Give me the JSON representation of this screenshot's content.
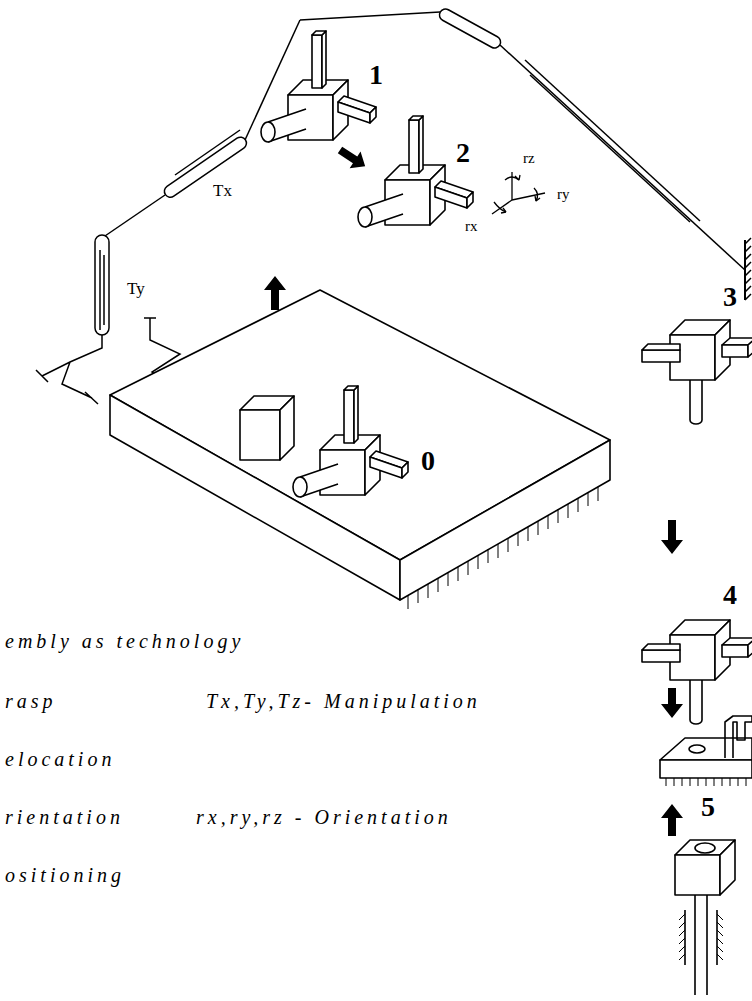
{
  "diagram": {
    "labels": [
      "1",
      "2",
      "rz",
      "Tx",
      "ry",
      "rx",
      "3",
      "Ty",
      "0",
      "4",
      "embly as technology",
      "rasp",
      "Tx,Ty,Tz- Manipulation",
      "elocation",
      "5",
      "rientation",
      "rx,ry,rz - Orientation",
      "ositioning"
    ]
  }
}
